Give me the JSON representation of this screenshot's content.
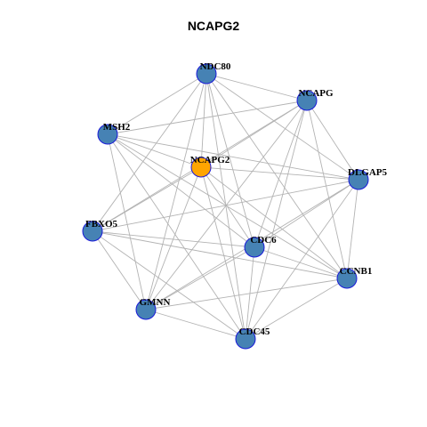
{
  "title": "NCAPG2",
  "colors": {
    "node_fill": "#4682B4",
    "highlight_fill": "#FFA500",
    "node_border": "#1A1AD9",
    "edge": "#B3B3B3"
  },
  "network": {
    "highlight": "NCAPG2",
    "nodes": [
      "NDC80",
      "NCAPG",
      "MSH2",
      "NCAPG2",
      "DLGAP5",
      "FBXO5",
      "CDC6",
      "CCNB1",
      "GMNN",
      "CDC45"
    ],
    "edges": [
      [
        "NDC80",
        "NCAPG"
      ],
      [
        "NDC80",
        "MSH2"
      ],
      [
        "NDC80",
        "NCAPG2"
      ],
      [
        "NDC80",
        "DLGAP5"
      ],
      [
        "NDC80",
        "FBXO5"
      ],
      [
        "NDC80",
        "CDC6"
      ],
      [
        "NDC80",
        "CCNB1"
      ],
      [
        "NDC80",
        "GMNN"
      ],
      [
        "NDC80",
        "CDC45"
      ],
      [
        "NCAPG",
        "MSH2"
      ],
      [
        "NCAPG",
        "NCAPG2"
      ],
      [
        "NCAPG",
        "DLGAP5"
      ],
      [
        "NCAPG",
        "FBXO5"
      ],
      [
        "NCAPG",
        "CDC6"
      ],
      [
        "NCAPG",
        "CCNB1"
      ],
      [
        "NCAPG",
        "GMNN"
      ],
      [
        "NCAPG",
        "CDC45"
      ],
      [
        "MSH2",
        "NCAPG2"
      ],
      [
        "MSH2",
        "DLGAP5"
      ],
      [
        "MSH2",
        "CDC6"
      ],
      [
        "MSH2",
        "CCNB1"
      ],
      [
        "MSH2",
        "GMNN"
      ],
      [
        "MSH2",
        "CDC45"
      ],
      [
        "NCAPG2",
        "DLGAP5"
      ],
      [
        "NCAPG2",
        "FBXO5"
      ],
      [
        "NCAPG2",
        "CDC6"
      ],
      [
        "NCAPG2",
        "CCNB1"
      ],
      [
        "NCAPG2",
        "GMNN"
      ],
      [
        "NCAPG2",
        "CDC45"
      ],
      [
        "DLGAP5",
        "FBXO5"
      ],
      [
        "DLGAP5",
        "CDC6"
      ],
      [
        "DLGAP5",
        "CCNB1"
      ],
      [
        "DLGAP5",
        "GMNN"
      ],
      [
        "DLGAP5",
        "CDC45"
      ],
      [
        "FBXO5",
        "CDC6"
      ],
      [
        "FBXO5",
        "CCNB1"
      ],
      [
        "FBXO5",
        "GMNN"
      ],
      [
        "FBXO5",
        "CDC45"
      ],
      [
        "CDC6",
        "CCNB1"
      ],
      [
        "CDC6",
        "GMNN"
      ],
      [
        "CDC6",
        "CDC45"
      ],
      [
        "CCNB1",
        "GMNN"
      ],
      [
        "CCNB1",
        "CDC45"
      ],
      [
        "GMNN",
        "CDC45"
      ]
    ]
  }
}
